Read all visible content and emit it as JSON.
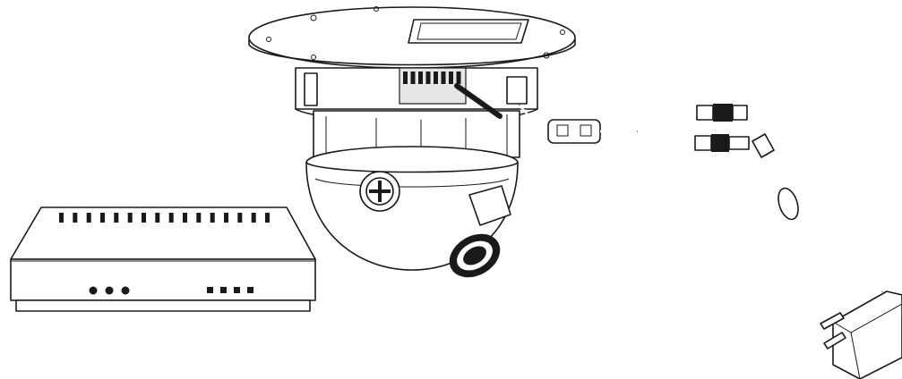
{
  "diagram": {
    "components": [
      {
        "id": "network-switch",
        "icon": "network-switch-icon",
        "port_count": 16,
        "indicator_dots": 3,
        "indicator_squares": 4
      },
      {
        "id": "dome-camera",
        "icon": "dome-camera-icon"
      },
      {
        "id": "ethernet-cable",
        "icon": "rj45-cable-icon"
      },
      {
        "id": "io-wire",
        "icon": "terminal-wire-icon"
      },
      {
        "id": "multi-connector-cable",
        "icon": "bnc-cable-icon"
      },
      {
        "id": "power-adapter",
        "icon": "power-adapter-icon"
      }
    ],
    "colors": {
      "line": "#1a1a1a",
      "fill": "#ffffff",
      "shade": "#e6e6e6"
    }
  }
}
